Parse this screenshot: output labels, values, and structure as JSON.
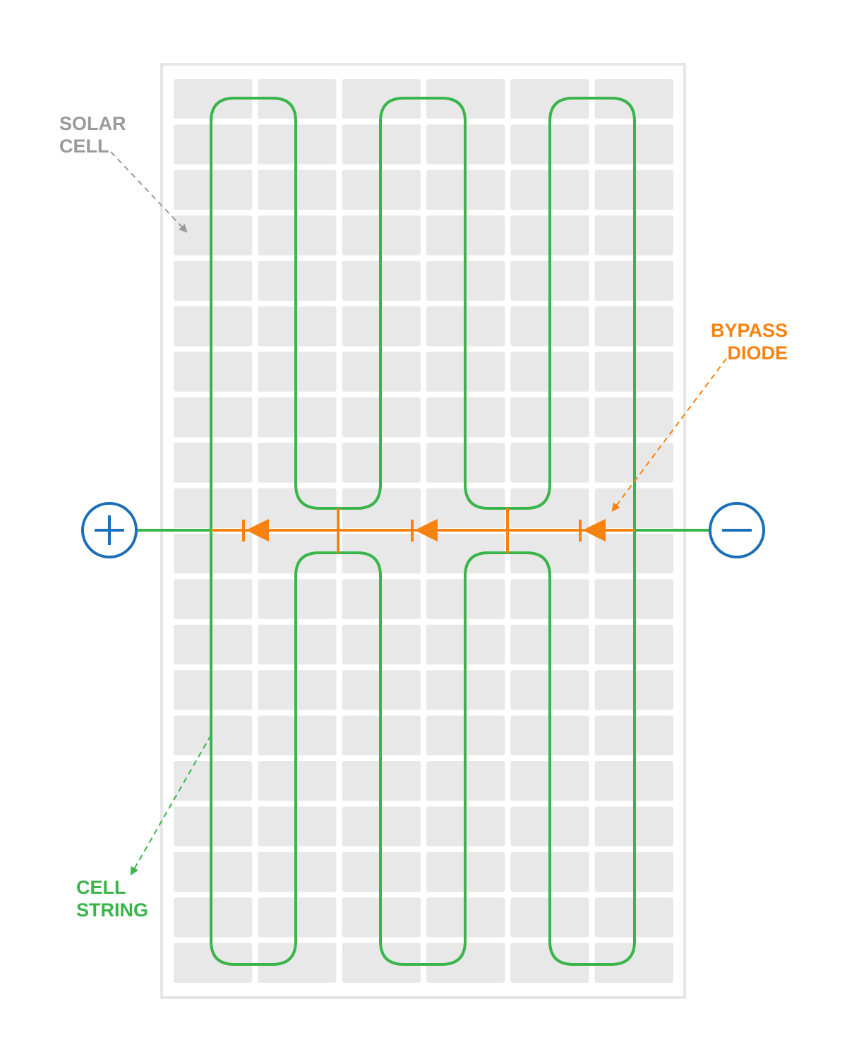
{
  "labels": {
    "solar_cell_line1": "SOLAR",
    "solar_cell_line2": "CELL",
    "bypass_diode_line1": "BYPASS",
    "bypass_diode_line2": "DIODE",
    "cell_string_line1": "CELL",
    "cell_string_line2": "STRING"
  },
  "panel": {
    "columns": 6,
    "rows": 20
  },
  "terminals": {
    "positive": "+",
    "negative": "−"
  },
  "bypass_diode_count": 3,
  "colors": {
    "panel_frame": "#e6e6e6",
    "cell": "#e8e8e8",
    "cell_string": "#3ab54a",
    "bypass_diode": "#f7820f",
    "terminal": "#1b6fb8",
    "solar_cell_label": "#9a9a9a"
  },
  "icons": {
    "positive_terminal": "plus-circle-icon",
    "negative_terminal": "minus-circle-icon",
    "bypass_diode": "diode-symbol-icon"
  }
}
